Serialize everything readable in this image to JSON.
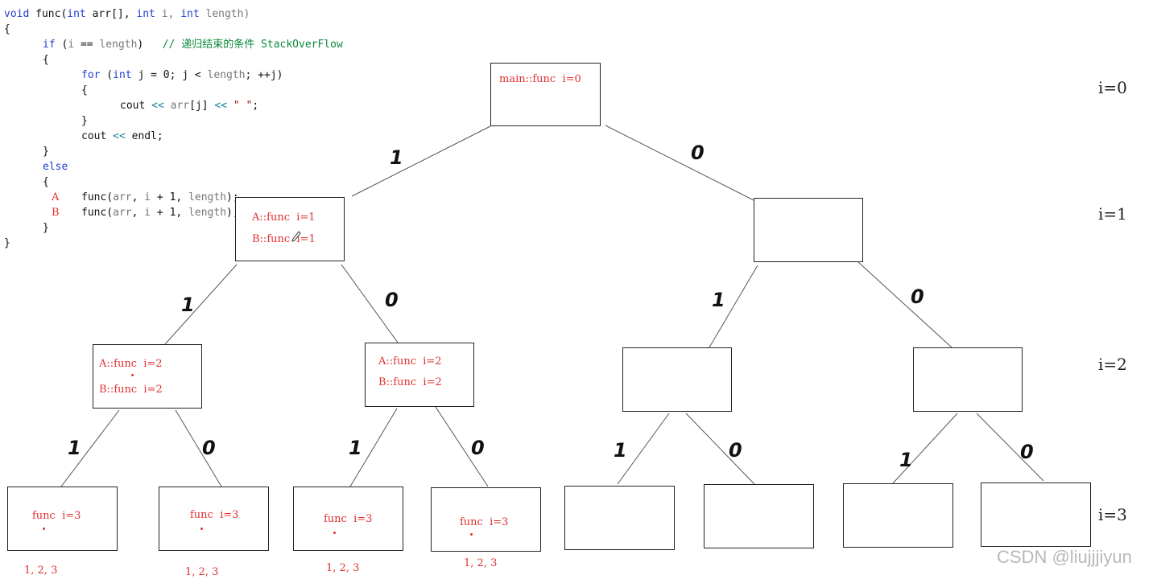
{
  "code": {
    "lines": [
      {
        "indent": 0,
        "parts": [
          {
            "t": "void",
            "c": "kw"
          },
          {
            "t": " func(",
            "c": ""
          },
          {
            "t": "int",
            "c": "kw"
          },
          {
            "t": " arr[], ",
            "c": ""
          },
          {
            "t": "int",
            "c": "kw"
          },
          {
            "t": " i, ",
            "c": "gr"
          },
          {
            "t": "int",
            "c": "kw"
          },
          {
            "t": " length)",
            "c": "gr"
          }
        ]
      },
      {
        "indent": 0,
        "parts": [
          {
            "t": "{",
            "c": ""
          }
        ]
      },
      {
        "indent": 1,
        "parts": [
          {
            "t": "if",
            "c": "kw"
          },
          {
            "t": " (",
            "c": ""
          },
          {
            "t": "i",
            "c": "gr"
          },
          {
            "t": " == ",
            "c": ""
          },
          {
            "t": "length",
            "c": "gr"
          },
          {
            "t": ")   ",
            "c": ""
          },
          {
            "t": "// 递归结束的条件 StackOverFlow",
            "c": "cm"
          }
        ]
      },
      {
        "indent": 1,
        "parts": [
          {
            "t": "{",
            "c": ""
          }
        ]
      },
      {
        "indent": 2,
        "parts": [
          {
            "t": "for",
            "c": "kw"
          },
          {
            "t": " (",
            "c": ""
          },
          {
            "t": "int",
            "c": "kw"
          },
          {
            "t": " j = 0; j < ",
            "c": ""
          },
          {
            "t": "length",
            "c": "gr"
          },
          {
            "t": "; ++j)",
            "c": ""
          }
        ]
      },
      {
        "indent": 2,
        "parts": [
          {
            "t": "{",
            "c": ""
          }
        ]
      },
      {
        "indent": 3,
        "parts": [
          {
            "t": "cout ",
            "c": ""
          },
          {
            "t": "<<",
            "c": "op"
          },
          {
            "t": " ",
            "c": ""
          },
          {
            "t": "arr",
            "c": "gr"
          },
          {
            "t": "[j] ",
            "c": ""
          },
          {
            "t": "<<",
            "c": "op"
          },
          {
            "t": " ",
            "c": ""
          },
          {
            "t": "\" \"",
            "c": "st"
          },
          {
            "t": ";",
            "c": ""
          }
        ]
      },
      {
        "indent": 2,
        "parts": [
          {
            "t": "}",
            "c": ""
          }
        ]
      },
      {
        "indent": 2,
        "parts": [
          {
            "t": "cout ",
            "c": ""
          },
          {
            "t": "<<",
            "c": "op"
          },
          {
            "t": " endl;",
            "c": ""
          }
        ]
      },
      {
        "indent": 1,
        "parts": [
          {
            "t": "}",
            "c": ""
          }
        ]
      },
      {
        "indent": 1,
        "parts": [
          {
            "t": "else",
            "c": "kw"
          }
        ]
      },
      {
        "indent": 1,
        "parts": [
          {
            "t": "{",
            "c": ""
          }
        ]
      },
      {
        "indent": 2,
        "parts": [
          {
            "t": "func(",
            "c": ""
          },
          {
            "t": "arr",
            "c": "gr"
          },
          {
            "t": ", ",
            "c": ""
          },
          {
            "t": "i",
            "c": "gr"
          },
          {
            "t": " + 1, ",
            "c": ""
          },
          {
            "t": "length",
            "c": "gr"
          },
          {
            "t": ");",
            "c": ""
          }
        ]
      },
      {
        "indent": 2,
        "parts": [
          {
            "t": "func(",
            "c": ""
          },
          {
            "t": "arr",
            "c": "gr"
          },
          {
            "t": ", ",
            "c": ""
          },
          {
            "t": "i",
            "c": "gr"
          },
          {
            "t": " + 1, ",
            "c": ""
          },
          {
            "t": "length",
            "c": "gr"
          },
          {
            "t": ");",
            "c": ""
          }
        ]
      },
      {
        "indent": 1,
        "parts": [
          {
            "t": "}",
            "c": ""
          }
        ]
      },
      {
        "indent": 0,
        "parts": [
          {
            "t": "}",
            "c": ""
          }
        ]
      }
    ],
    "markers": [
      {
        "line": 12,
        "text": "A"
      },
      {
        "line": 13,
        "text": "B"
      }
    ]
  },
  "tree": {
    "nodes": [
      {
        "id": "root",
        "lines": [
          "main::func  i=0"
        ]
      },
      {
        "id": "n1L",
        "lines": [
          "A::func  i=1",
          "B::func  i=1"
        ]
      },
      {
        "id": "n1R",
        "lines": []
      },
      {
        "id": "n2a",
        "lines": [
          "A::func  i=2",
          "B::func  i=2"
        ]
      },
      {
        "id": "n2b",
        "lines": [
          "A::func  i=2",
          "B::func  i=2"
        ]
      },
      {
        "id": "n2c",
        "lines": []
      },
      {
        "id": "n2d",
        "lines": []
      },
      {
        "id": "n3a",
        "lines": [
          "func  i=3"
        ]
      },
      {
        "id": "n3b",
        "lines": [
          "func  i=3"
        ]
      },
      {
        "id": "n3c",
        "lines": [
          "func  i=3"
        ]
      },
      {
        "id": "n3d",
        "lines": [
          "func  i=3"
        ]
      },
      {
        "id": "n3e",
        "lines": []
      },
      {
        "id": "n3f",
        "lines": []
      },
      {
        "id": "n3g",
        "lines": []
      },
      {
        "id": "n3h",
        "lines": []
      }
    ],
    "edges": [
      {
        "from": "root",
        "to": "n1L",
        "label": "1"
      },
      {
        "from": "root",
        "to": "n1R",
        "label": "0"
      },
      {
        "from": "n1L",
        "to": "n2a",
        "label": "1"
      },
      {
        "from": "n1L",
        "to": "n2b",
        "label": "0"
      },
      {
        "from": "n1R",
        "to": "n2c",
        "label": "1"
      },
      {
        "from": "n1R",
        "to": "n2d",
        "label": "0"
      },
      {
        "from": "n2a",
        "to": "n3a",
        "label": "1"
      },
      {
        "from": "n2a",
        "to": "n3b",
        "label": "0"
      },
      {
        "from": "n2b",
        "to": "n3c",
        "label": "1"
      },
      {
        "from": "n2b",
        "to": "n3d",
        "label": "0"
      },
      {
        "from": "n2c",
        "to": "n3e",
        "label": "1"
      },
      {
        "from": "n2c",
        "to": "n3f",
        "label": "0"
      },
      {
        "from": "n2d",
        "to": "n3g",
        "label": "1"
      },
      {
        "from": "n2d",
        "to": "n3h",
        "label": "0"
      }
    ],
    "outputs": [
      {
        "node": "n3a",
        "text": "1, 2, 3"
      },
      {
        "node": "n3b",
        "text": "1, 2, 3"
      },
      {
        "node": "n3c",
        "text": "1, 2, 3"
      },
      {
        "node": "n3d",
        "text": "1, 2, 3"
      }
    ]
  },
  "levels": [
    "i=0",
    "i=1",
    "i=2",
    "i=3"
  ],
  "watermark": "CSDN @liujjjiyun",
  "colors": {
    "node_text": "#e03030",
    "edge": "#555555",
    "keyword": "#1f3fd0",
    "comment": "#0a8a3a"
  }
}
